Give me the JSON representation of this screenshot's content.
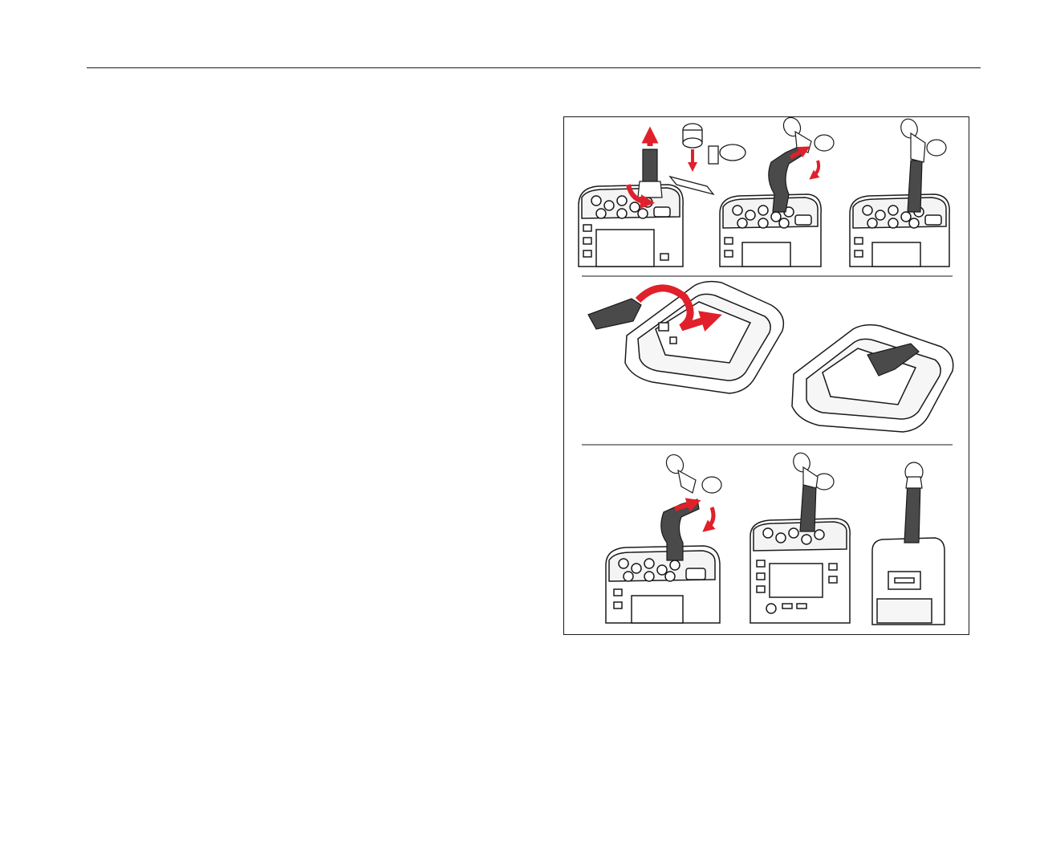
{
  "page": {
    "colors": {
      "line": "#1a1a1a",
      "arrow": "#e0202a",
      "strap": "#4a4a4a",
      "device_body": "#ffffff"
    },
    "figure": {
      "panels": [
        {
          "name": "panel-attach-strap-to-handle",
          "steps": 3
        },
        {
          "name": "panel-attach-strap-to-back",
          "steps": 2
        },
        {
          "name": "panel-hang-device",
          "steps": 3
        }
      ]
    }
  }
}
